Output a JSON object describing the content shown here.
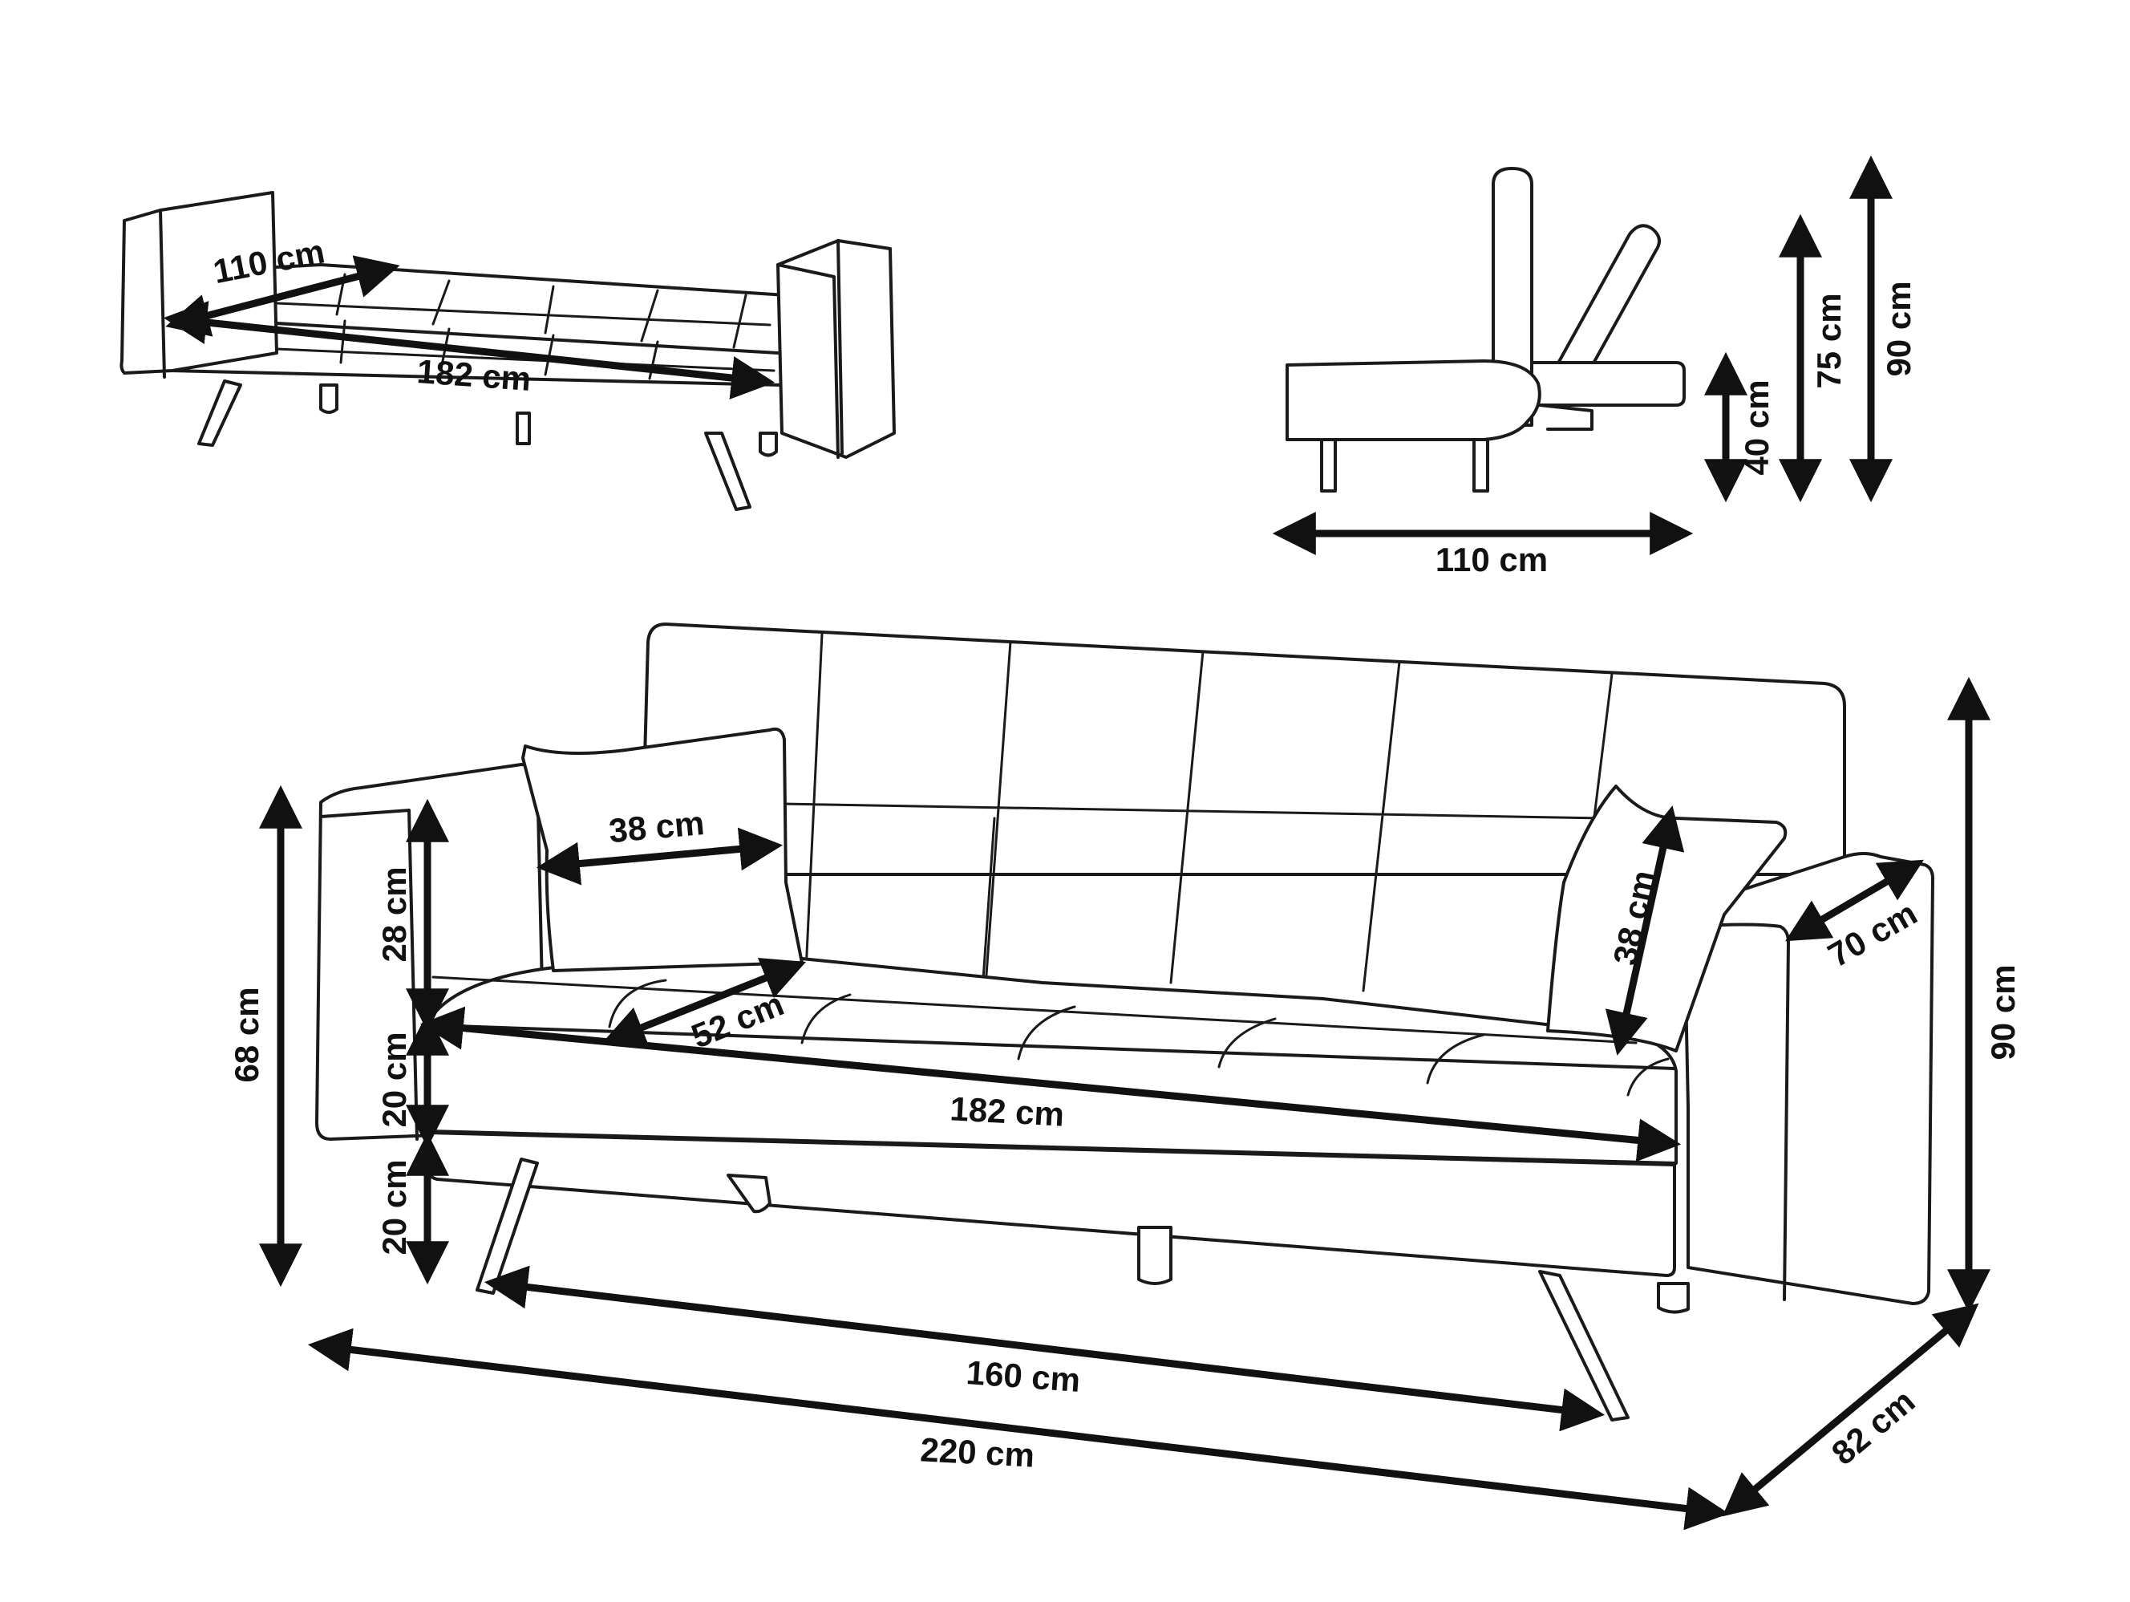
{
  "colors": {
    "line": "#1a1a1a",
    "dimension": "#111111",
    "background": "#ffffff"
  },
  "bed_view": {
    "labels": {
      "depth": "110 cm",
      "width": "182 cm"
    }
  },
  "side_view": {
    "labels": {
      "seat_height": "40 cm",
      "back_reclined_height": "75 cm",
      "total_height": "90 cm",
      "depth": "110 cm"
    }
  },
  "front_view": {
    "labels": {
      "cushion_left_width": "38 cm",
      "cushion_right_height": "38 cm",
      "backrest_to_seat": "28 cm",
      "seat_thickness": "20 cm",
      "leg_height": "20 cm",
      "armrest_height": "68 cm",
      "seat_depth": "52 cm",
      "seat_width": "182 cm",
      "armrest_depth": "70 cm",
      "total_height": "90 cm",
      "leg_span": "160 cm",
      "total_width": "220 cm",
      "total_depth": "82 cm"
    }
  }
}
